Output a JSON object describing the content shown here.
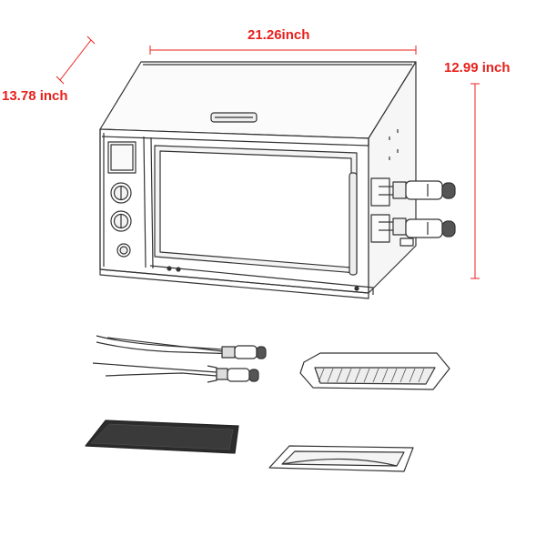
{
  "dimensions": {
    "width": "21.26inch",
    "depth": "13.78 inch",
    "height": "12.99 inch"
  },
  "colors": {
    "dimension": "#e8201c",
    "line": "#333333",
    "glass": "#f2f2f2"
  }
}
